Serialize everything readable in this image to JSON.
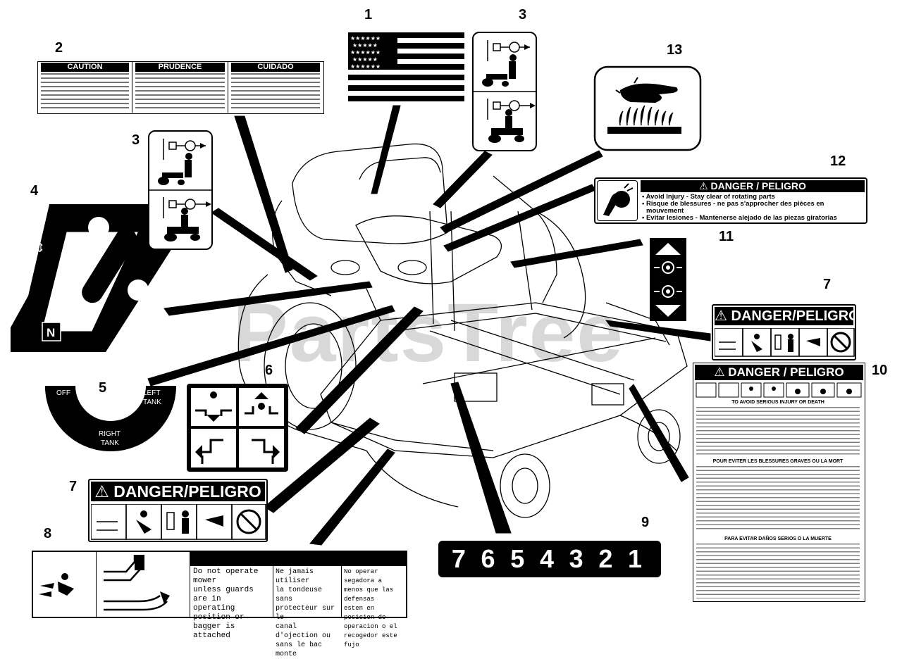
{
  "callouts": [
    "1",
    "2",
    "3",
    "3",
    "4",
    "5",
    "6",
    "7",
    "7",
    "8",
    "9",
    "10",
    "11",
    "12",
    "13"
  ],
  "watermark": "PartsTree",
  "decal_2": {
    "sections": [
      "CAUTION",
      "PRUDENCE",
      "CUIDADO"
    ]
  },
  "decal_5": {
    "off": "OFF",
    "left": "LEFT",
    "tank": "TANK",
    "right": "RIGHT",
    "tank2": "TANK"
  },
  "danger_label": "DANGER/PELIGRO",
  "danger_label_spaced": "DANGER / PELIGRO",
  "decal_8": {
    "en": [
      "Do not operate mower",
      "unless guards are in",
      "operating position or",
      "bagger is attached"
    ],
    "fr": [
      "Ne jamais utiliser",
      "la tondeuse sans",
      "protecteur sur le",
      "canal d'ojection ou",
      "sans le bac monte"
    ],
    "es": [
      "No operar segadora a",
      "menos que las defensas",
      "esten en posicion de",
      "operacion o el",
      "recogedor este fujo"
    ]
  },
  "decal_9": {
    "digits": [
      "7",
      "6",
      "5",
      "4",
      "3",
      "2",
      "1"
    ]
  },
  "decal_10": {
    "h1": "TO AVOID SERIOUS INJURY OR DEATH",
    "h2": "POUR EVITER LES BLESSURES GRAVES OU LA MORT",
    "h3": "PARA EVITAR DAÑOS SERIOS O LA MUERTE"
  },
  "decal_12": {
    "title": "DANGER / PELIGRO",
    "lines": [
      "• Avoid Injury - Stay clear of rotating parts",
      "• Risque de blessures - ne pas s'approcher des pièces en",
      "  mouvement",
      "• Evitar lesiones - Mantenerse alejado de las piezas giratorias"
    ]
  },
  "colors": {
    "ink": "#000000",
    "paper": "#ffffff",
    "watermark": "#bfbfbf"
  }
}
